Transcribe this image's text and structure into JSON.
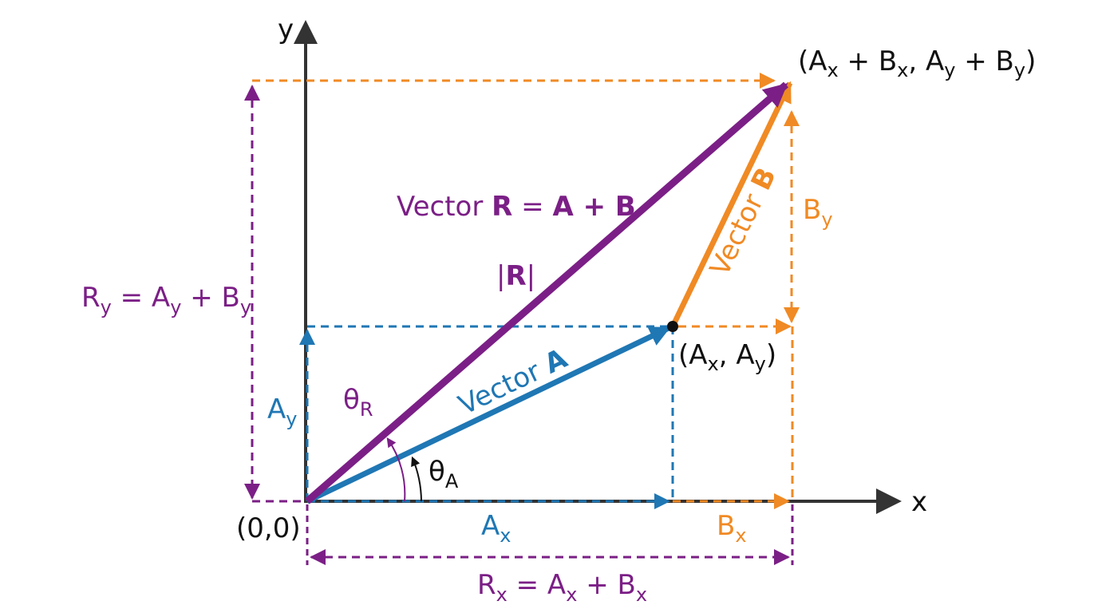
{
  "colors": {
    "axis": "#333333",
    "vector_a": "#1f77b4",
    "vector_b": "#f08a24",
    "resultant": "#7b1f86",
    "point": "#111111"
  },
  "axes": {
    "x_label": "x",
    "y_label": "y"
  },
  "labels": {
    "origin": "(0,0)",
    "point_a": {
      "open": "(A",
      "x_sub": "x",
      "mid": ", A",
      "y_sub": "y",
      "close": ")"
    },
    "point_r": {
      "p1": "(A",
      "s1": "x",
      "p2": " + B",
      "s2": "x",
      "p3": ", A",
      "s3": "y",
      "p4": " + B",
      "s4": "y",
      "p5": ")"
    },
    "vector_a": {
      "word": "Vector ",
      "symbol": "A"
    },
    "vector_b": {
      "word": "Vector ",
      "symbol": "B"
    },
    "vector_r": {
      "word": "Vector ",
      "symbol": "R",
      "eq": " = ",
      "sum": "A + B"
    },
    "magnitude_r": {
      "bar_open": "|",
      "symbol": "R",
      "bar_close": "|"
    },
    "theta_a": {
      "base": "θ",
      "sub": "A"
    },
    "theta_r": {
      "base": "θ",
      "sub": "R"
    },
    "a_x": {
      "base": "A",
      "sub": "x"
    },
    "a_y": {
      "base": "A",
      "sub": "y"
    },
    "b_x": {
      "base": "B",
      "sub": "x"
    },
    "b_y": {
      "base": "B",
      "sub": "y"
    },
    "r_x": {
      "p1": "R",
      "s1": "x",
      "p2": " = A",
      "s2": "x",
      "p3": " + B",
      "s3": "x"
    },
    "r_y": {
      "p1": "R",
      "s1": "y",
      "p2": " = A",
      "s2": "y",
      "p3": " + B",
      "s3": "y"
    }
  }
}
